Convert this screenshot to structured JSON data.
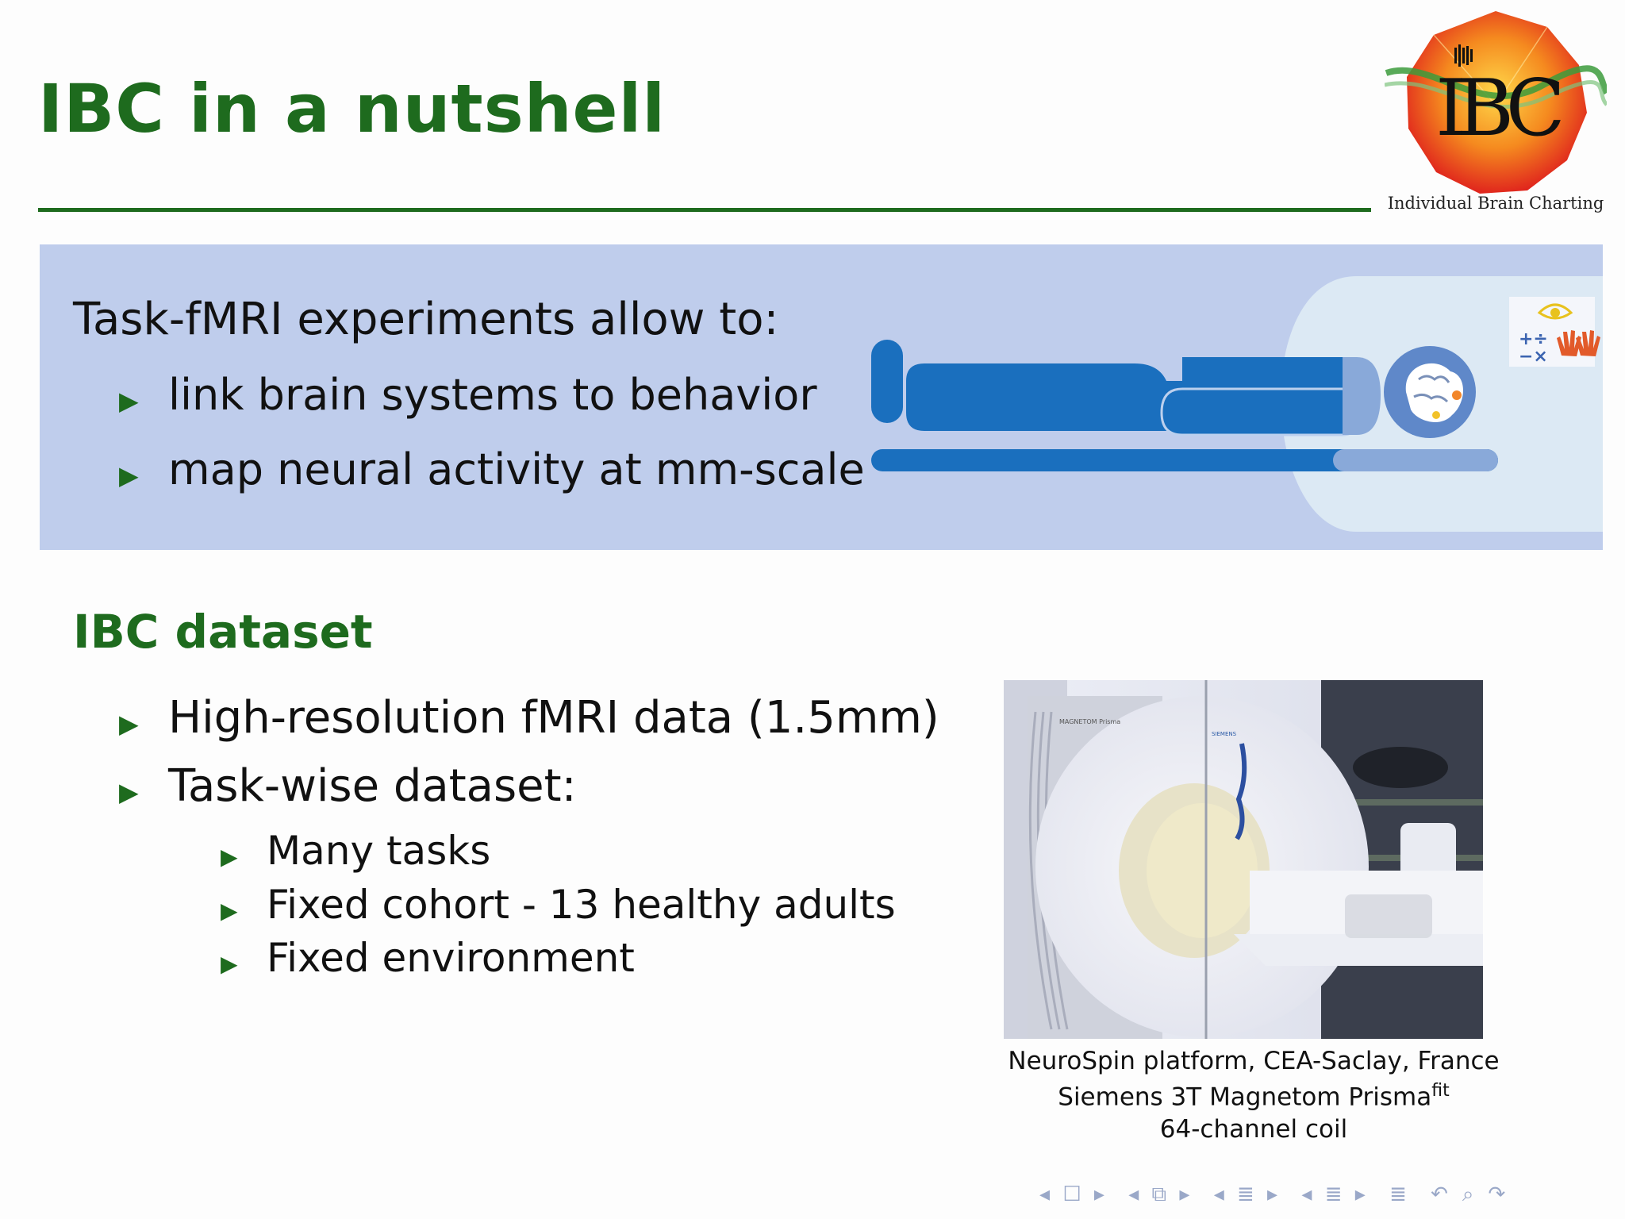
{
  "slide": {
    "title": "IBC in a nutshell",
    "logo": {
      "monogram": "IBC",
      "caption": "Individual Brain Charting"
    },
    "block": {
      "intro": "Task-fMRI experiments allow to:",
      "bullets": [
        "link brain systems to behavior",
        "map neural activity at mm-scale"
      ],
      "illustration_icons": [
        "scanner-bore-icon",
        "patient-icon",
        "brain-icon",
        "eye-icon",
        "math-operators-icon",
        "hands-icon"
      ]
    },
    "dataset": {
      "heading": "IBC dataset",
      "bullets": [
        "High-resolution fMRI data (1.5mm)",
        "Task-wise dataset:"
      ],
      "sub_bullets": [
        "Many tasks",
        "Fixed cohort - 13 healthy adults",
        "Fixed environment"
      ]
    },
    "photo": {
      "scanner_label": "MAGNETOM Prisma",
      "brand_label": "SIEMENS",
      "caption_line1": "NeuroSpin platform, CEA-Saclay, France",
      "caption_line2": "Siemens 3T Magnetom Prisma",
      "caption_line2_sup": "fit",
      "caption_line3": "64-channel coil"
    },
    "nav_icons": [
      "nav-prev-icon",
      "nav-frame-icon",
      "nav-next-icon",
      "nav-section-icon",
      "nav-subsection-icon",
      "nav-appendix-icon",
      "nav-search-icon",
      "nav-undo-icon"
    ]
  },
  "colors": {
    "accent_green": "#1e6b1e",
    "block_bg": "#bfcdec",
    "figure_blue": "#1a6fbe"
  }
}
